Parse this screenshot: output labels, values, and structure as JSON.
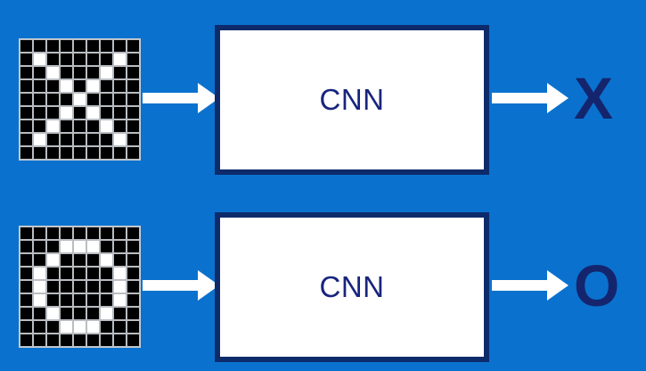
{
  "figure": {
    "title": "CNN image classification pipeline",
    "background_color": "#0a72ce",
    "navy_color": "#0d2b6b",
    "label_color": "#18257e",
    "arrow_color": "#ffffff"
  },
  "grid_spec": {
    "rows": 9,
    "cols": 9,
    "on_color": "#ffffff",
    "off_color": "#000000",
    "gridline_color": "#b9bdc2"
  },
  "pipelines": [
    {
      "id": "x-pipeline",
      "input_name": "x-pixel-grid",
      "input_alt": "9 by 9 pixel grid showing the letter X",
      "grid": [
        [
          0,
          0,
          0,
          0,
          0,
          0,
          0,
          0,
          0
        ],
        [
          0,
          1,
          0,
          0,
          0,
          0,
          0,
          1,
          0
        ],
        [
          0,
          0,
          1,
          0,
          0,
          0,
          1,
          0,
          0
        ],
        [
          0,
          0,
          0,
          1,
          0,
          1,
          0,
          0,
          0
        ],
        [
          0,
          0,
          0,
          0,
          1,
          0,
          0,
          0,
          0
        ],
        [
          0,
          0,
          0,
          1,
          0,
          1,
          0,
          0,
          0
        ],
        [
          0,
          0,
          1,
          0,
          0,
          0,
          1,
          0,
          0
        ],
        [
          0,
          1,
          0,
          0,
          0,
          0,
          0,
          1,
          0
        ],
        [
          0,
          0,
          0,
          0,
          0,
          0,
          0,
          0,
          0
        ]
      ],
      "model_label": "CNN",
      "output_label": "X",
      "input_arrow_name": "arrow-grid-to-cnn",
      "output_arrow_name": "arrow-cnn-to-output"
    },
    {
      "id": "o-pipeline",
      "input_name": "o-pixel-grid",
      "input_alt": "9 by 9 pixel grid showing the letter O",
      "grid": [
        [
          0,
          0,
          0,
          0,
          0,
          0,
          0,
          0,
          0
        ],
        [
          0,
          0,
          0,
          1,
          1,
          1,
          0,
          0,
          0
        ],
        [
          0,
          0,
          1,
          0,
          0,
          0,
          1,
          0,
          0
        ],
        [
          0,
          1,
          0,
          0,
          0,
          0,
          0,
          1,
          0
        ],
        [
          0,
          1,
          0,
          0,
          0,
          0,
          0,
          1,
          0
        ],
        [
          0,
          1,
          0,
          0,
          0,
          0,
          0,
          1,
          0
        ],
        [
          0,
          0,
          1,
          0,
          0,
          0,
          1,
          0,
          0
        ],
        [
          0,
          0,
          0,
          1,
          1,
          1,
          0,
          0,
          0
        ],
        [
          0,
          0,
          0,
          0,
          0,
          0,
          0,
          0,
          0
        ]
      ],
      "model_label": "CNN",
      "output_label": "O",
      "input_arrow_name": "arrow-grid-to-cnn",
      "output_arrow_name": "arrow-cnn-to-output"
    }
  ]
}
